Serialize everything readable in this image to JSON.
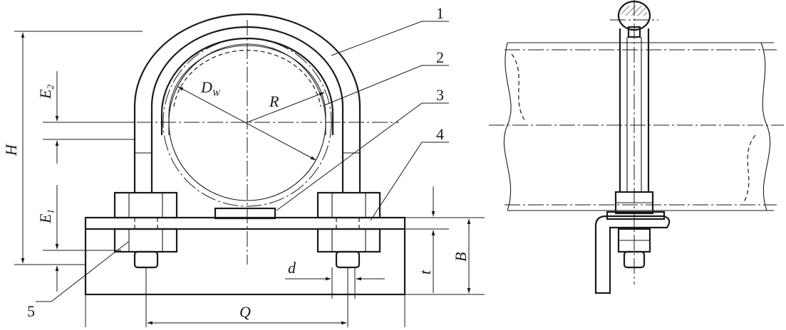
{
  "diagram": {
    "part_numbers": [
      "1",
      "2",
      "3",
      "4",
      "5"
    ],
    "dimension_labels": {
      "H": "H",
      "E2_main": "E",
      "E2_sub": "2",
      "E1_main": "E",
      "E1_sub": "1",
      "D_main": "D",
      "D_sub": "W",
      "R": "R",
      "d": "d",
      "t": "t",
      "B": "B",
      "Q": "Q"
    }
  }
}
